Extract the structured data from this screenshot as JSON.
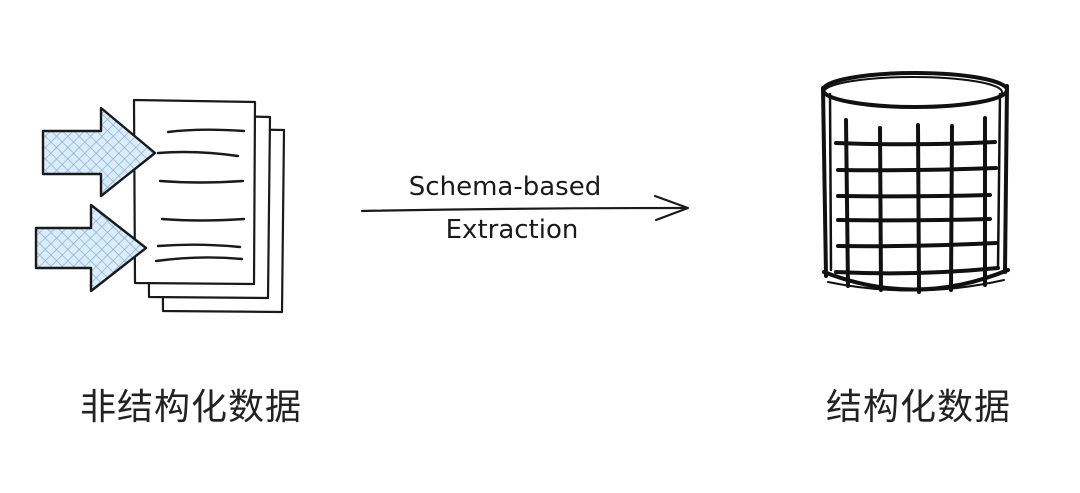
{
  "diagram": {
    "arrow": {
      "line1": "Schema-based",
      "line2": "Extraction"
    },
    "source": {
      "label": "非结构化数据"
    },
    "target": {
      "label": "结构化数据"
    }
  },
  "colors": {
    "ink": "#1a1a1a",
    "hatch": "#6fa8d8",
    "hatch_fill": "#dcecf8",
    "background": "#ffffff"
  }
}
